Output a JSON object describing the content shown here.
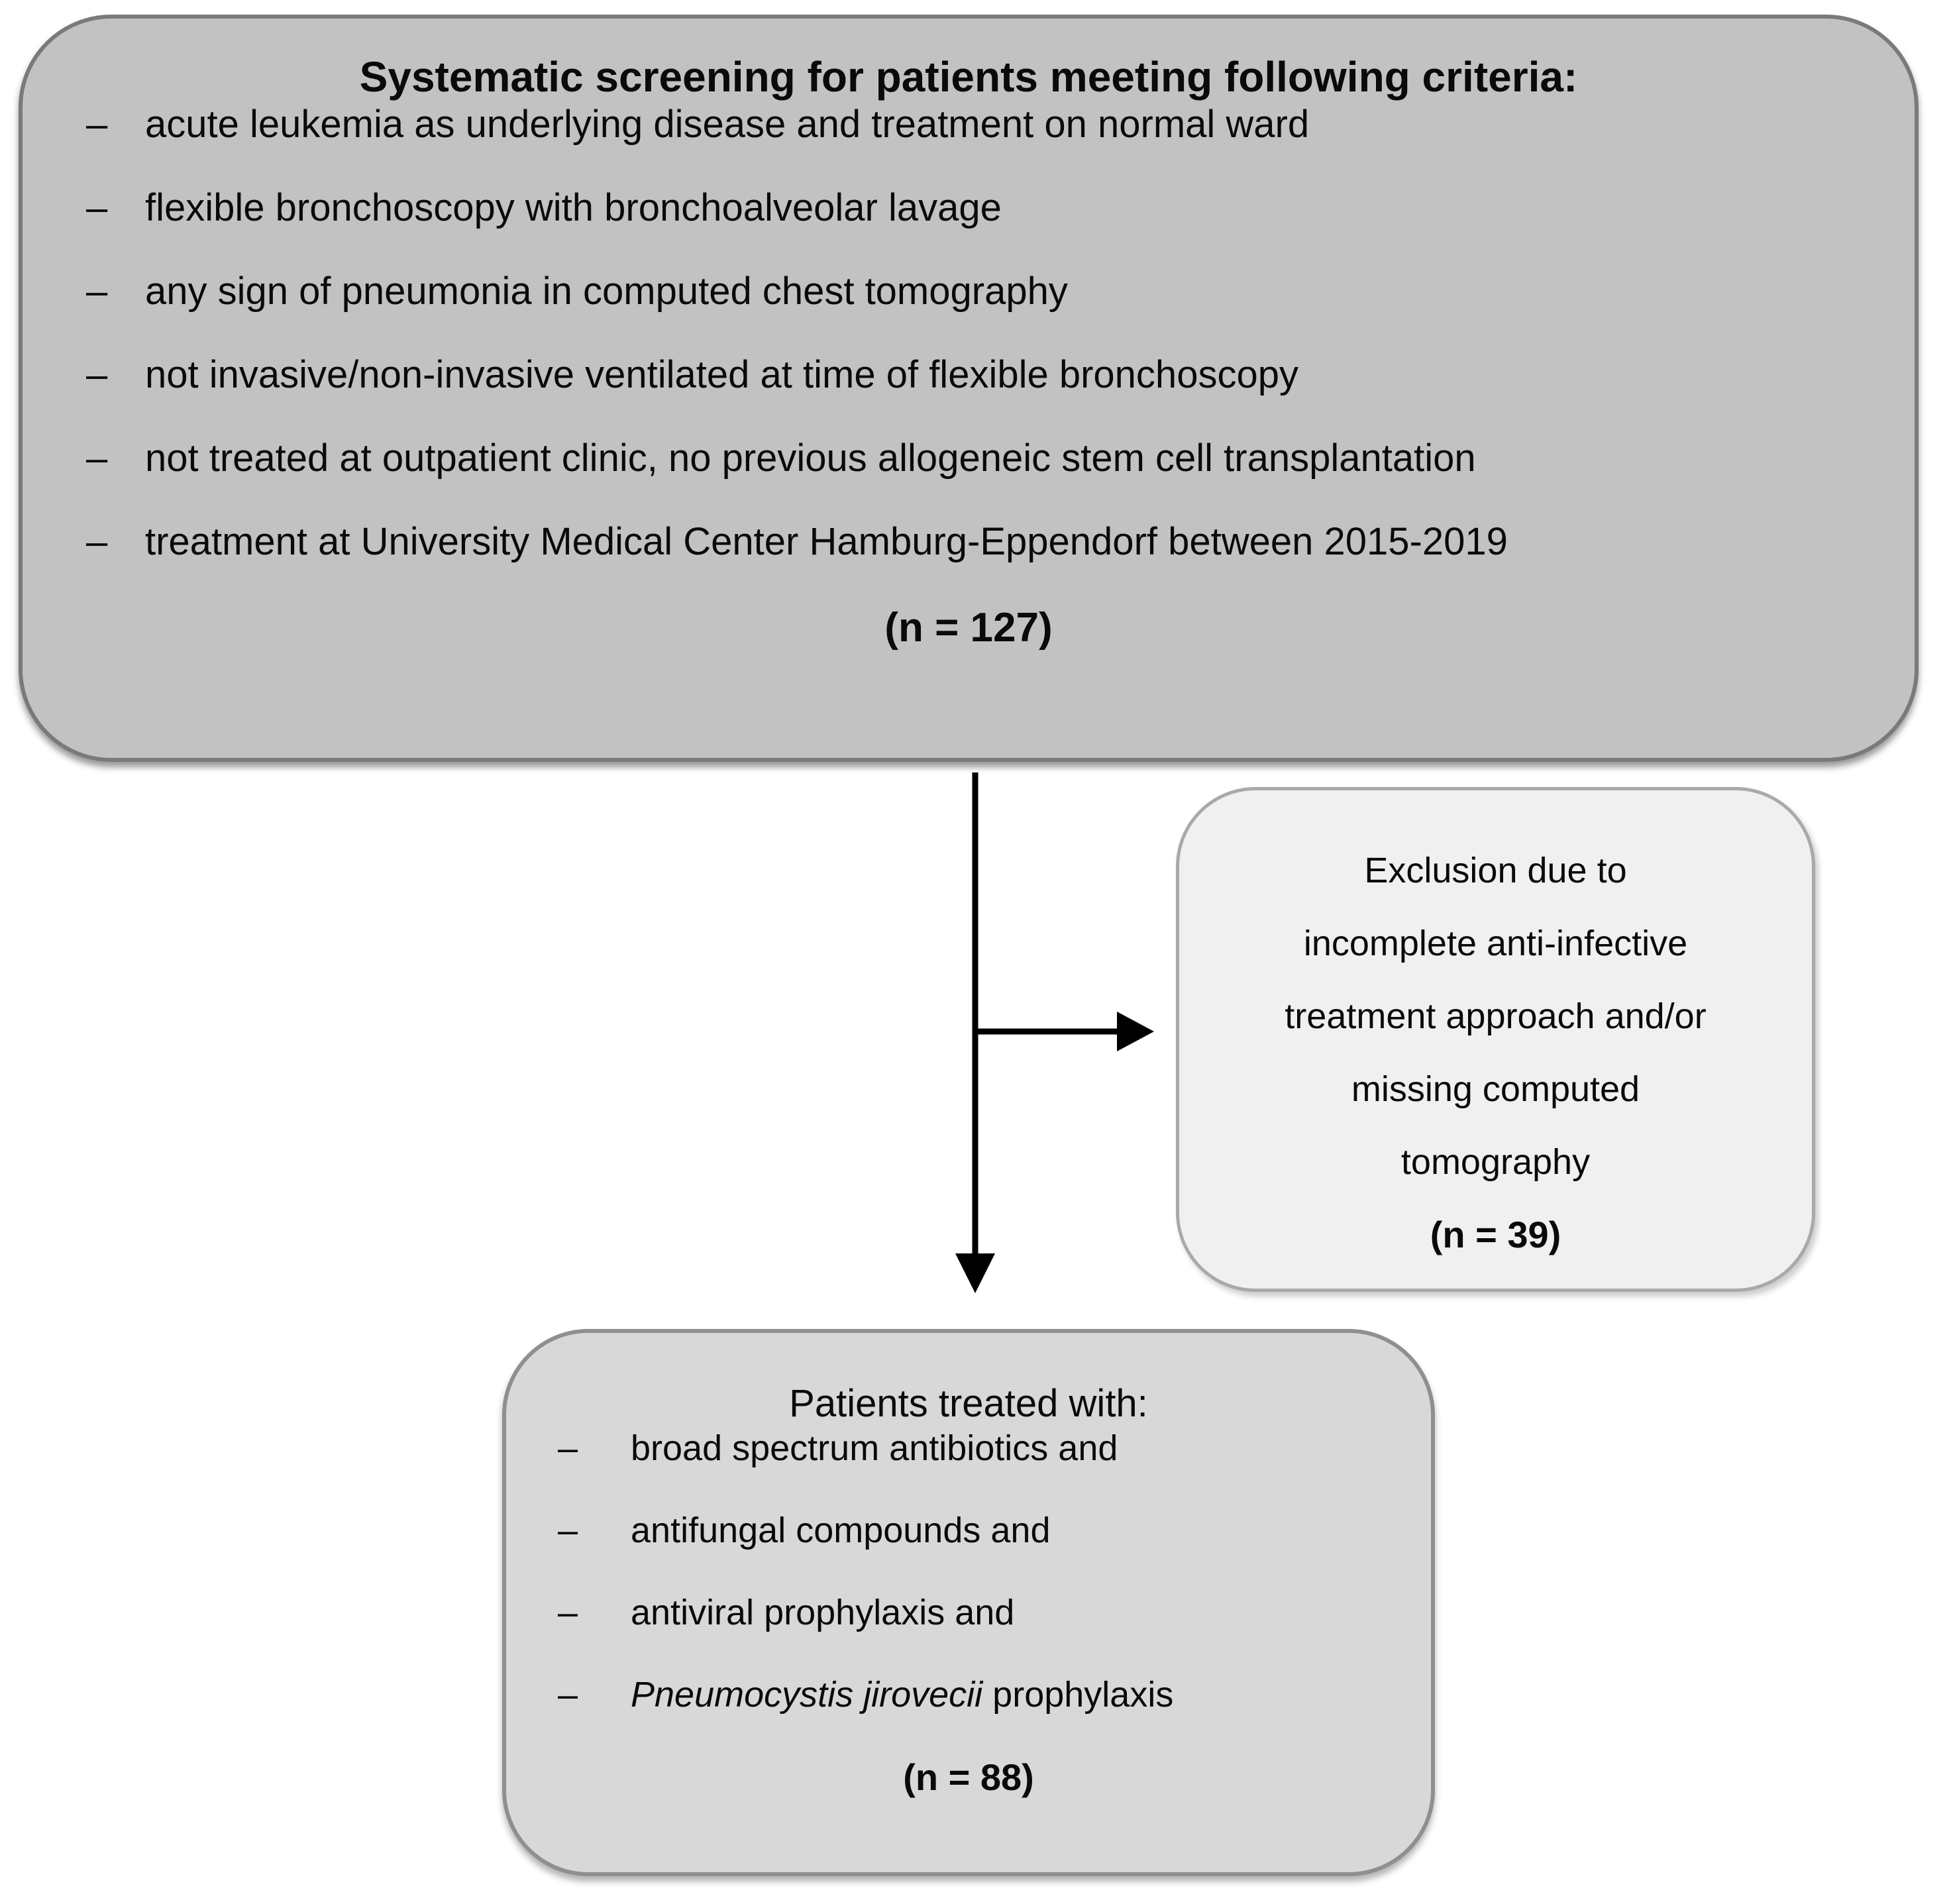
{
  "screening_box": {
    "title": "Systematic screening for patients meeting following criteria:",
    "bullet_glyph": "–",
    "criteria": [
      "acute leukemia as underlying disease and treatment on normal ward",
      "flexible bronchoscopy with bronchoalveolar lavage",
      "any sign of pneumonia in computed chest tomography",
      "not invasive/non-invasive ventilated at time of flexible bronchoscopy",
      "not treated at outpatient clinic, no previous allogeneic stem cell transplantation",
      "treatment at University Medical Center Hamburg-Eppendorf between 2015-2019"
    ],
    "count": "(n = 127)",
    "fill": "#c2c2c2",
    "border_color": "#7a7a7a"
  },
  "exclusion_box": {
    "lines": [
      "Exclusion due to",
      "incomplete anti-infective",
      "treatment approach and/or",
      "missing computed",
      "tomography"
    ],
    "count": "(n = 39)",
    "fill": "#f0f0f0",
    "border_color": "#a9a9a9"
  },
  "treatment_box": {
    "title": "Patients treated with:",
    "bullet_glyph": "–",
    "items": [
      {
        "italic": "",
        "text": "broad spectrum antibiotics and"
      },
      {
        "italic": "",
        "text": "antifungal compounds and"
      },
      {
        "italic": "",
        "text": "antiviral prophylaxis and"
      },
      {
        "italic": "Pneumocystis jirovecii",
        "text": " prophylaxis"
      }
    ],
    "count": "(n = 88)",
    "fill": "#d8d8d8",
    "border_color": "#8f8f8f"
  },
  "connectors": {
    "color": "#000000"
  }
}
